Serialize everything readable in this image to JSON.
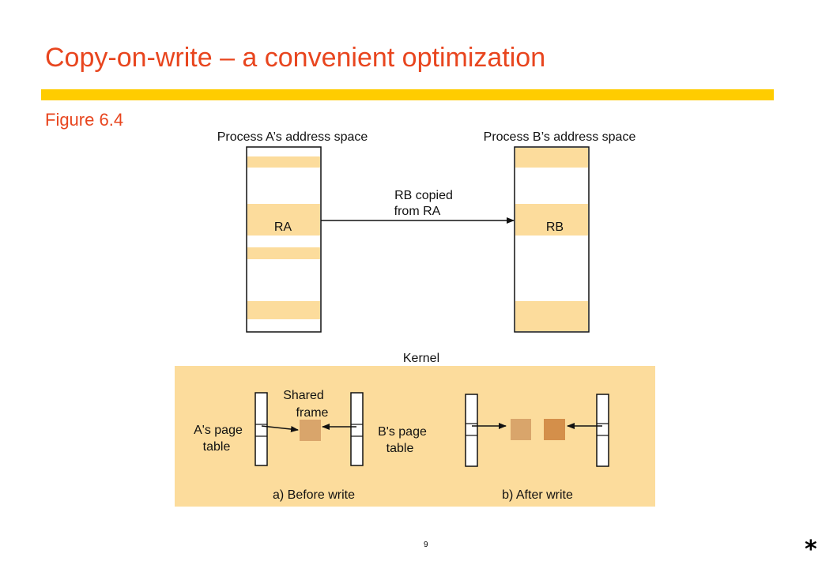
{
  "title": "Copy-on-write – a convenient optimization",
  "figure_label": "Figure 6.4",
  "diagram": {
    "process_a_label": "Process A’s address space",
    "process_b_label": "Process B’s address space",
    "region_a_label": "RA",
    "region_b_label": "RB",
    "copy_label_line1": "RB copied",
    "copy_label_line2": "from RA",
    "kernel_label": "Kernel",
    "shared_frame_line1": "Shared",
    "shared_frame_line2": "frame",
    "a_page_table_line1": "A's page",
    "a_page_table_line2": "table",
    "b_page_table_line1": "B's page",
    "b_page_table_line2": "table",
    "before_write_caption": "a) Before write",
    "after_write_caption": "b) After write"
  },
  "colors": {
    "title": "#E8451E",
    "rule": "#FFCC00",
    "region_fill": "#FCDC9C",
    "kernel_fill": "#FCDC9C",
    "frame_fill_shared": "#D9A56B",
    "frame_fill_new": "#D48F4A"
  },
  "page_number": "9",
  "footer_mark": "*"
}
